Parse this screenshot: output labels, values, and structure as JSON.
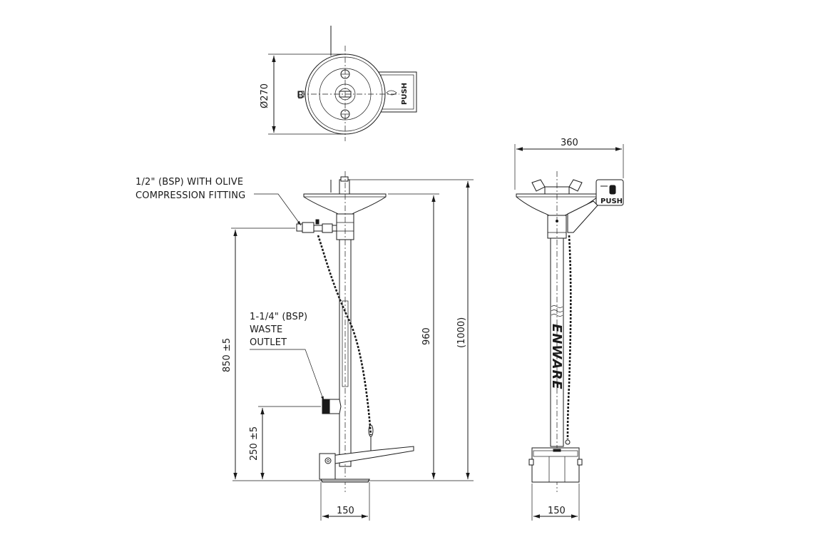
{
  "top_view": {
    "diameter_label": "Ø270",
    "section_marker": "B",
    "push_label": "PUSH"
  },
  "side_view": {
    "inlet_note_line1": "1/2\" (BSP) WITH OLIVE",
    "inlet_note_line2": "COMPRESSION FITTING",
    "waste_note_line1": "1-1/4\" (BSP)",
    "waste_note_line2": "WASTE",
    "waste_note_line3": "OUTLET",
    "dim_inlet_height": "850 ±5",
    "dim_waste_height": "250 ±5",
    "dim_bowl_height": "960",
    "dim_overall_height": "(1000)",
    "dim_base_width": "150"
  },
  "front_view": {
    "dim_width": "360",
    "dim_base_width": "150",
    "push_label": "PUSH",
    "brand_text": "ENWARE"
  }
}
